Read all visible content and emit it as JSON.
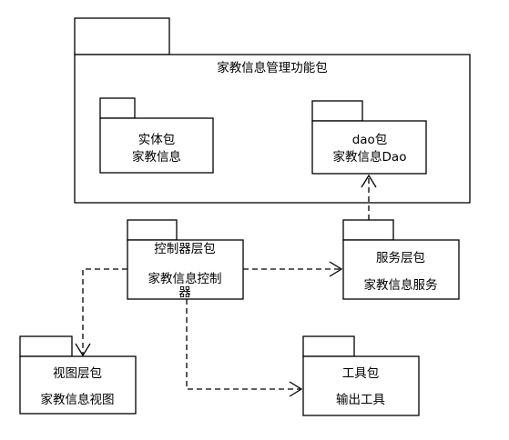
{
  "container": {
    "title": "家教信息管理功能包"
  },
  "packages": {
    "entity": {
      "name": "实体包",
      "content": "家教信息"
    },
    "dao": {
      "name": "dao包",
      "content": "家教信息Dao"
    },
    "controller": {
      "name": "控制器层包",
      "content_line1": "家教信息控制",
      "content_line2": "器"
    },
    "service": {
      "name": "服务层包",
      "content": "家教信息服务"
    },
    "view": {
      "name": "视图层包",
      "content": "家教信息视图"
    },
    "tool": {
      "name": "工具包",
      "content": "输出工具"
    }
  }
}
